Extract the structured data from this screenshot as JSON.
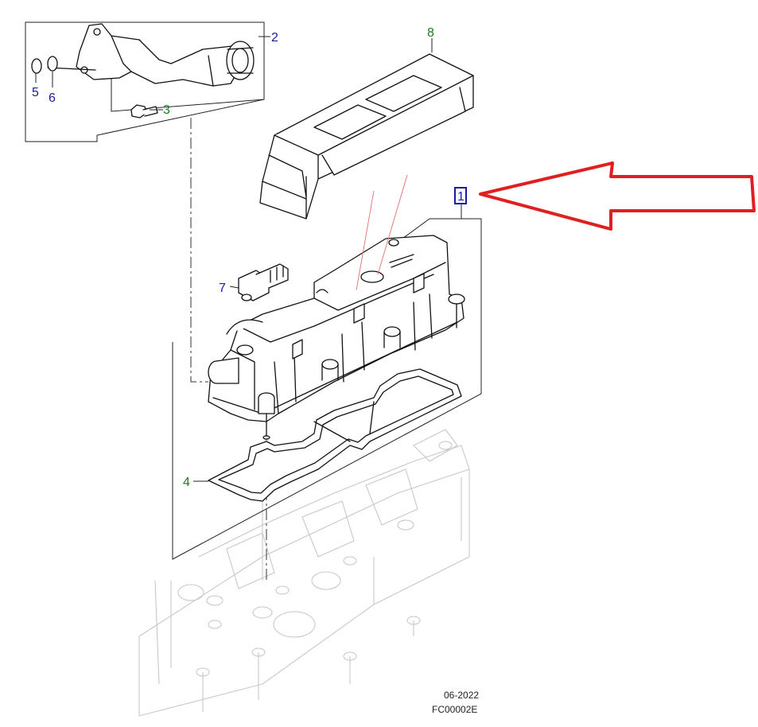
{
  "colors": {
    "callout_blue": "#1a1aa6",
    "callout_green": "#1e7a1e",
    "highlight_arrow": "#e02020",
    "linework": "#111111",
    "faint_linework": "#c8c8c8"
  },
  "callouts": [
    {
      "id": "1",
      "label": "1",
      "color": "#1a1aa6",
      "highlighted": true
    },
    {
      "id": "2",
      "label": "2",
      "color": "#1a1aa6"
    },
    {
      "id": "3",
      "label": "3",
      "color": "#1e7a1e"
    },
    {
      "id": "4",
      "label": "4",
      "color": "#1e7a1e"
    },
    {
      "id": "5",
      "label": "5",
      "color": "#1a1aa6"
    },
    {
      "id": "6",
      "label": "6",
      "color": "#1a1aa6"
    },
    {
      "id": "7",
      "label": "7",
      "color": "#1a1aa6"
    },
    {
      "id": "8",
      "label": "8",
      "color": "#1e7a1e"
    }
  ],
  "footer": {
    "date": "06-2022",
    "code": "FC00002E"
  }
}
